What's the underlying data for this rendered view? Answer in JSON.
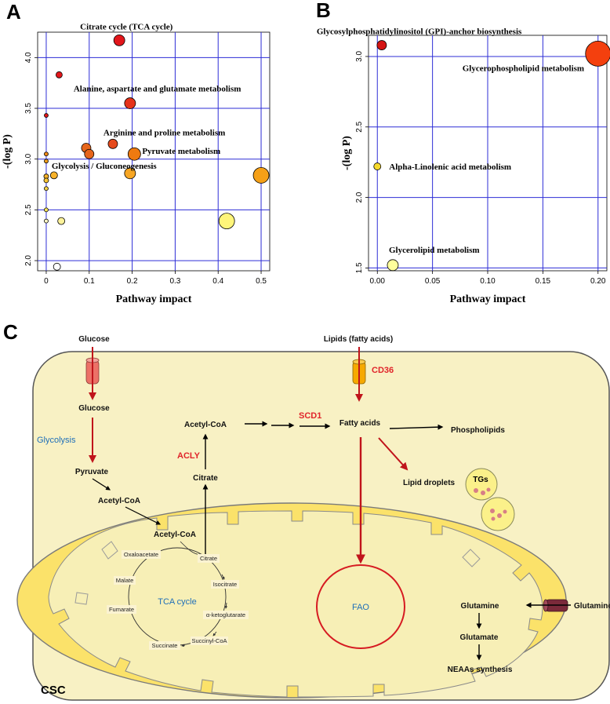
{
  "panels": {
    "a": "A",
    "b": "B",
    "c": "C"
  },
  "chart_data": [
    {
      "type": "scatter",
      "panel": "A",
      "xlabel": "Pathway impact",
      "ylabel": "-(log P)",
      "xlim": [
        -0.02,
        0.52
      ],
      "ylim": [
        1.9,
        4.25
      ],
      "xticks": [
        "0",
        "0.1",
        "0.2",
        "0.3",
        "0.4",
        "0.5"
      ],
      "yticks": [
        "2.0",
        "2.5",
        "3.0",
        "3.5",
        "4.0"
      ],
      "grid": true,
      "points": [
        {
          "x": 0.17,
          "y": 4.17,
          "r": 7,
          "color": "#e2161b",
          "label": "Citrate cycle (TCA cycle)"
        },
        {
          "x": 0.03,
          "y": 3.83,
          "r": 4,
          "color": "#e2161b",
          "label": ""
        },
        {
          "x": 0.195,
          "y": 3.55,
          "r": 7,
          "color": "#e5321a",
          "label": "Alanine, aspartate and glutamate metabolism"
        },
        {
          "x": 0.0,
          "y": 3.43,
          "r": 2.5,
          "color": "#e2161b",
          "label": ""
        },
        {
          "x": 0.155,
          "y": 3.15,
          "r": 6,
          "color": "#e54a1d",
          "label": "Arginine and proline metabolism"
        },
        {
          "x": 0.093,
          "y": 3.11,
          "r": 6,
          "color": "#e6651c",
          "label": ""
        },
        {
          "x": 0.1,
          "y": 3.05,
          "r": 6,
          "color": "#e6651c",
          "label": ""
        },
        {
          "x": 0.205,
          "y": 3.05,
          "r": 8,
          "color": "#ee7a10",
          "label": "Pyruvate metabolism"
        },
        {
          "x": 0.0,
          "y": 3.05,
          "r": 2.5,
          "color": "#f08a18",
          "label": ""
        },
        {
          "x": 0.0,
          "y": 2.98,
          "r": 2.5,
          "color": "#f3a01e",
          "label": ""
        },
        {
          "x": 0.195,
          "y": 2.86,
          "r": 7,
          "color": "#f7a624",
          "label": "Glycolysis / Gluconeogenesis"
        },
        {
          "x": 0.018,
          "y": 2.84,
          "r": 4.5,
          "color": "#f7b22a",
          "label": ""
        },
        {
          "x": 0.0,
          "y": 2.83,
          "r": 3,
          "color": "#f7b22a",
          "label": ""
        },
        {
          "x": 0.0,
          "y": 2.79,
          "r": 3,
          "color": "#f8c535",
          "label": ""
        },
        {
          "x": 0.0,
          "y": 2.71,
          "r": 2.5,
          "color": "#f9d447",
          "label": ""
        },
        {
          "x": 0.5,
          "y": 2.84,
          "r": 10,
          "color": "#f5a017",
          "label": ""
        },
        {
          "x": 0.0,
          "y": 2.5,
          "r": 2.5,
          "color": "#fbe75d",
          "label": ""
        },
        {
          "x": 0.0,
          "y": 2.39,
          "r": 2.5,
          "color": "#fdf7c4",
          "label": ""
        },
        {
          "x": 0.035,
          "y": 2.39,
          "r": 4.5,
          "color": "#fdf29a",
          "label": ""
        },
        {
          "x": 0.42,
          "y": 2.39,
          "r": 10,
          "color": "#fff57a",
          "label": ""
        },
        {
          "x": 0.025,
          "y": 1.94,
          "r": 4.5,
          "color": "#ffffff",
          "label": ""
        }
      ]
    },
    {
      "type": "scatter",
      "panel": "B",
      "xlabel": "Pathway impact",
      "ylabel": "-(log P)",
      "xlim": [
        -0.008,
        0.208
      ],
      "ylim": [
        1.48,
        3.15
      ],
      "xticks": [
        "0.00",
        "0.05",
        "0.10",
        "0.15",
        "0.20"
      ],
      "yticks": [
        "1.5",
        "2.0",
        "2.5",
        "3.0"
      ],
      "grid": true,
      "points": [
        {
          "x": 0.004,
          "y": 3.08,
          "r": 6,
          "color": "#d41414",
          "label": "Glycosylphosphatidylinositol (GPI)-anchor biosynthesis"
        },
        {
          "x": 0.2,
          "y": 3.02,
          "r": 16,
          "color": "#f4400e",
          "label": "Glycerophospholipid metabolism"
        },
        {
          "x": 0.0,
          "y": 2.22,
          "r": 4.5,
          "color": "#f6d92c",
          "label": "Alpha-Linolenic acid metabolism"
        },
        {
          "x": 0.014,
          "y": 1.52,
          "r": 7,
          "color": "#ffff9c",
          "label": "Glycerolipid metabolism"
        }
      ]
    }
  ],
  "diagram": {
    "cell_label": "CSC",
    "glucose_outside": "Glucose",
    "glucose_inside": "Glucose",
    "glycolysis": "Glycolysis",
    "pyruvate": "Pyruvate",
    "acetyl_coa_1": "Acetyl-CoA",
    "acetyl_coa_2": "Acetyl-CoA",
    "acetyl_coa_top": "Acetyl-CoA",
    "citrate_cyto": "Citrate",
    "acly": "ACLY",
    "scd1": "SCD1",
    "lipids": "Lipids (fatty acids)",
    "cd36": "CD36",
    "fatty_acids": "Fatty acids",
    "phospholipids": "Phospholipids",
    "lipid_droplets": "Lipid droplets",
    "tgs": "TGs",
    "fao": "FAO",
    "glutamine_outside": "Glutamine",
    "glutamine_inside": "Glutamine",
    "glutamate": "Glutamate",
    "neaas": "NEAAs synthesis",
    "tca_cycle": "TCA cycle",
    "tca": {
      "citrate": "Citrate",
      "isocitrate": "Isocitrate",
      "akg": "α-ketoglutarate",
      "succinyl": "Succinyl-CoA",
      "succinate": "Succinate",
      "fumarate": "Fumarate",
      "malate": "Malate",
      "oxaloacetate": "Oxaloacetate"
    }
  }
}
